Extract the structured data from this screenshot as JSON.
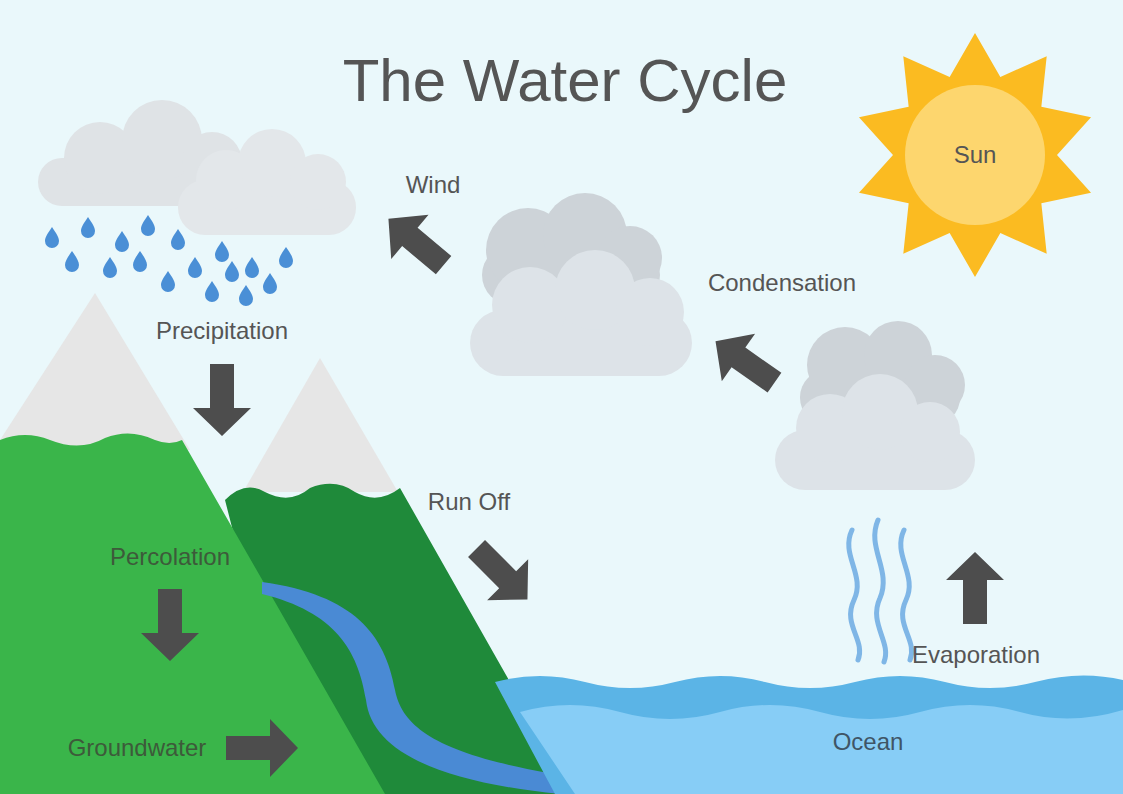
{
  "diagram": {
    "title": "The Water Cycle",
    "nodes": [
      {
        "text": [
          "Sun"
        ]
      },
      {
        "text": [
          "Ocean"
        ]
      }
    ],
    "labels": [
      "Wind",
      "Condensation",
      "Precipitation",
      "Percolation",
      "Groundwater",
      "Run Off",
      "Evaporation"
    ]
  }
}
